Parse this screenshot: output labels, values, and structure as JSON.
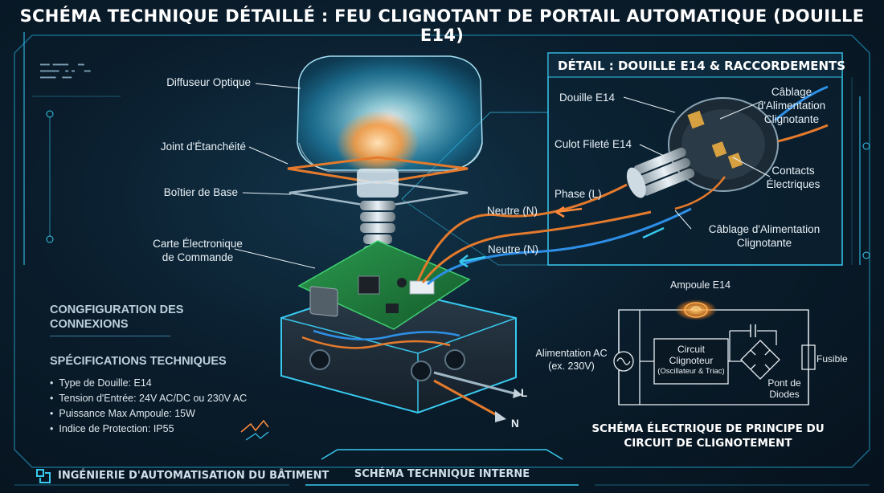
{
  "title": "SCHÉMA TECHNIQUE DÉTAILLÉ : FEU CLIGNOTANT DE PORTAIL AUTOMATIQUE (DOUILLE E14)",
  "components": {
    "diffuser": "Diffuseur Optique",
    "seal": "Joint d'Étanchéité",
    "housing": "Boîtier de Base",
    "board_line1": "Carte Électronique",
    "board_line2": "de Commande"
  },
  "wires": {
    "neutral_upper": "Neutre (N)",
    "neutral_lower": "Neutre (N)",
    "live_terminal": "L",
    "neutral_terminal": "N"
  },
  "detail": {
    "title": "DÉTAIL : DOUILLE E14 & RACCORDEMENTS",
    "socket": "Douille E14",
    "threaded_base": "Culot Fileté E14",
    "phase": "Phase (L)",
    "feed_wiring_top_1": "Câblage",
    "feed_wiring_top_2": "d'Alimentation",
    "feed_wiring_top_3": "Clignotante",
    "contacts_1": "Contacts",
    "contacts_2": "Électriques",
    "feed_wiring_bottom_1": "Câblage d'Alimentation",
    "feed_wiring_bottom_2": "Clignotante"
  },
  "connections_title_1": "CONGFIGURATION DES",
  "connections_title_2": "CONNEXIONS",
  "specs": {
    "title": "SPÉCIFICATIONS TECHNIQUES",
    "items": [
      "Type de Douille: E14",
      "Tension d'Entrée: 24V AC/DC ou 230V AC",
      "Puissance Max Ampoule: 15W",
      "Indice de Protection: IP55"
    ]
  },
  "circuit": {
    "bulb": "Ampoule E14",
    "supply_1": "Alimentation AC",
    "supply_2": "(ex. 230V)",
    "box_1": "Circuit",
    "box_2": "Clignoteur",
    "box_3": "(Oscillateur & Triac)",
    "fuse": "Fusible",
    "bridge_1": "Pont de",
    "bridge_2": "Diodes",
    "caption_1": "SCHÉMA ÉLECTRIQUE DE PRINCIPE DU",
    "caption_2": "CIRCUIT DE CLIGNOTEMENT"
  },
  "footer": {
    "left": "INGÉNIERIE D'AUTOMATISATION DU BÂTIMENT",
    "center": "SCHÉMA TECHNIQUE INTERNE"
  },
  "colors": {
    "accent_cyan": "#38c9f0",
    "wire_orange": "#e47a2c",
    "wire_blue": "#2e8fe6",
    "pcb_green": "#1f7a3c",
    "bulb_glow": "#ff9a3c"
  },
  "icons": [
    "logo-icon",
    "bulb-icon",
    "ac-source-icon",
    "capacitor-icon",
    "diode-bridge-icon",
    "fuse-icon"
  ]
}
